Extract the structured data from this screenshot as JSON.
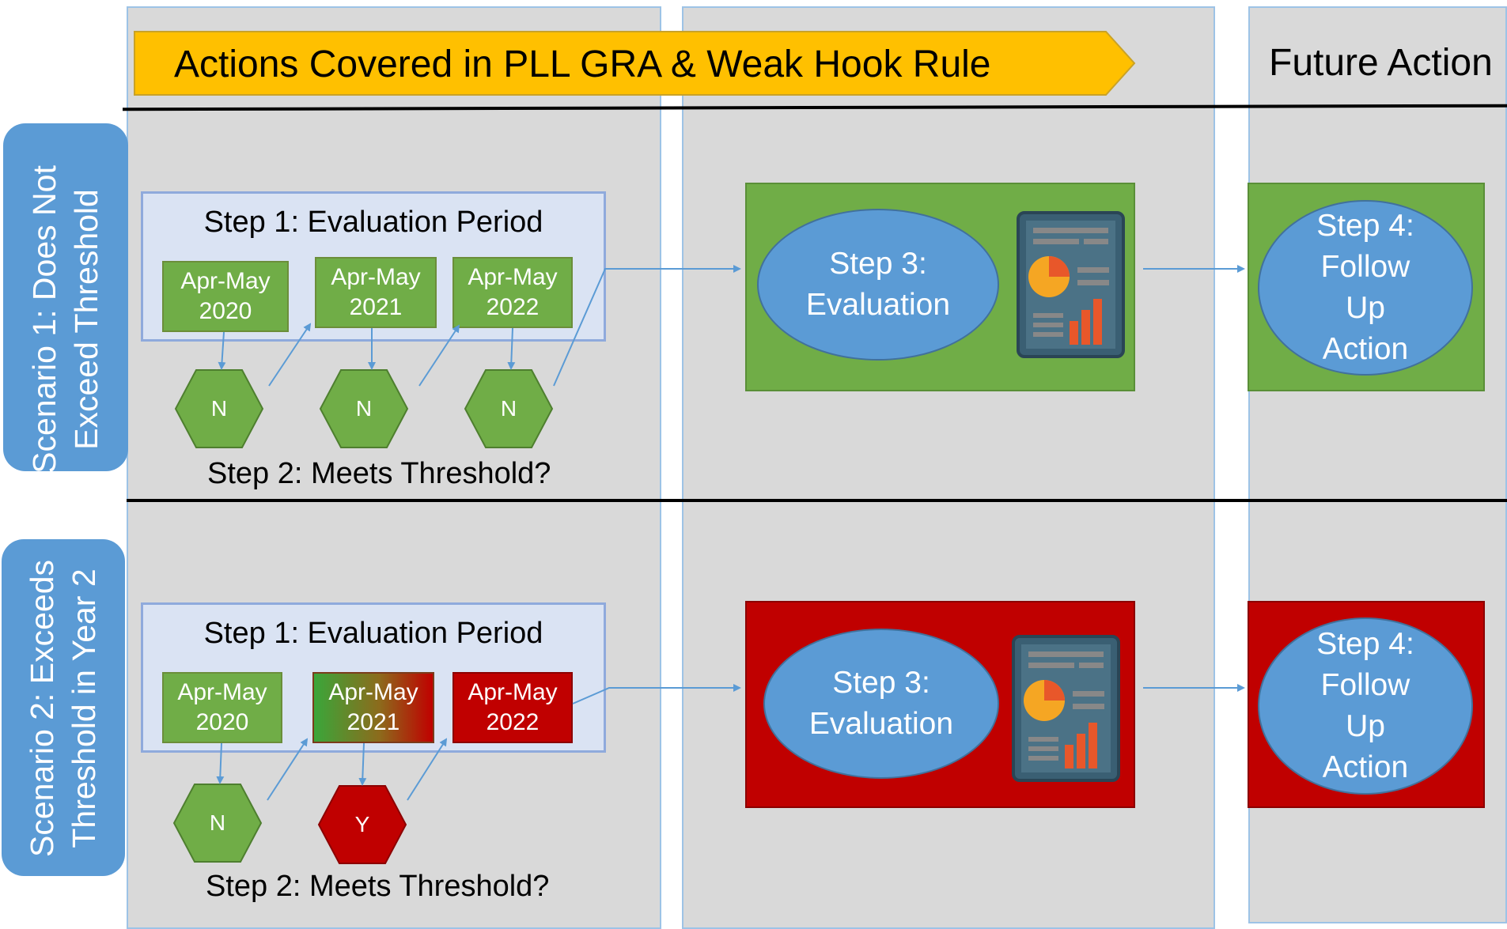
{
  "banner": {
    "title": "Actions Covered in PLL GRA & Weak Hook Rule",
    "color": "#ffc000"
  },
  "future_header": "Future Action",
  "colors": {
    "green": "#70ad47",
    "red": "#c00000",
    "blue": "#5b9bd5",
    "panel": "#dae3f3",
    "column": "#d9d9d9"
  },
  "scenarios": [
    {
      "label_line1": "Scenario 1: Does Not",
      "label_line2": "Exceed Threshold",
      "step1_title": "Step 1: Evaluation Period",
      "periods": [
        {
          "line1": "Apr-May",
          "line2": "2020",
          "status": "green"
        },
        {
          "line1": "Apr-May",
          "line2": "2021",
          "status": "green"
        },
        {
          "line1": "Apr-May",
          "line2": "2022",
          "status": "green"
        }
      ],
      "outcomes": [
        {
          "label": "N",
          "status": "green"
        },
        {
          "label": "N",
          "status": "green"
        },
        {
          "label": "N",
          "status": "green"
        }
      ],
      "step2_title": "Step 2: Meets Threshold?",
      "step3": {
        "line1": "Step 3:",
        "line2": "Evaluation",
        "box_color": "green"
      },
      "step4": {
        "line1": "Step 4:",
        "line2": "Follow",
        "line3": "Up",
        "line4": "Action",
        "box_color": "green"
      }
    },
    {
      "label_line1": "Scenario 2: Exceeds",
      "label_line2": "Threshold in Year 2",
      "step1_title": "Step 1: Evaluation Period",
      "periods": [
        {
          "line1": "Apr-May",
          "line2": "2020",
          "status": "green"
        },
        {
          "line1": "Apr-May",
          "line2": "2021",
          "status": "gradient"
        },
        {
          "line1": "Apr-May",
          "line2": "2022",
          "status": "red"
        }
      ],
      "outcomes": [
        {
          "label": "N",
          "status": "green"
        },
        {
          "label": "Y",
          "status": "red"
        }
      ],
      "step2_title": "Step 2: Meets Threshold?",
      "step3": {
        "line1": "Step 3:",
        "line2": "Evaluation",
        "box_color": "red"
      },
      "step4": {
        "line1": "Step 4:",
        "line2": "Follow",
        "line3": "Up",
        "line4": "Action",
        "box_color": "red"
      }
    }
  ]
}
